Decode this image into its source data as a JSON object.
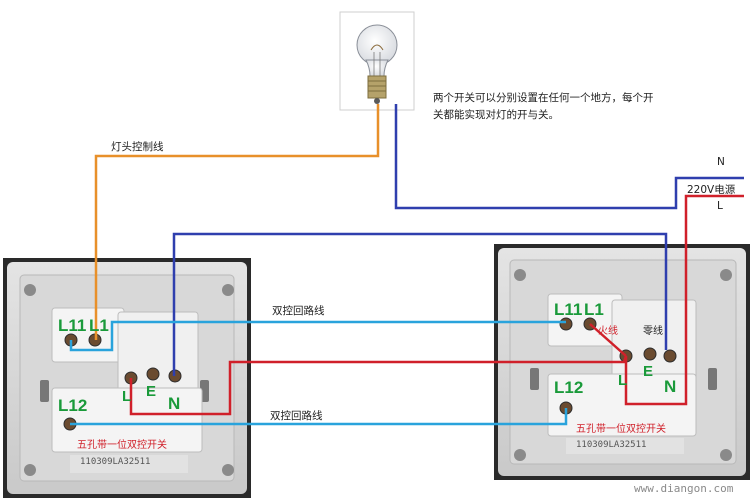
{
  "description": {
    "line1": "两个开关可以分别设置在任何一个地方，每个开",
    "line2": "关都能实现对灯的开与关。"
  },
  "labels": {
    "lamp_control_line": "灯头控制线",
    "loop_line_top": "双控回路线",
    "loop_line_bottom": "双控回路线",
    "neutral": "N",
    "supply": "220V电源",
    "live": "L",
    "live_wire": "火线",
    "neutral_wire": "零线"
  },
  "left_switch": {
    "l11": "L11",
    "l1": "L1",
    "l12": "L12",
    "socket_l": "L",
    "socket_e": "E",
    "socket_n": "N",
    "product_label": "五孔带一位双控开关",
    "model": "110309LA32511"
  },
  "right_switch": {
    "l11": "L11",
    "l1": "L1",
    "l12": "L12",
    "socket_l": "L",
    "socket_e": "E",
    "socket_n": "N",
    "product_label": "五孔带一位双控开关",
    "model": "110309LA32511"
  },
  "watermark": "www.diangon.com",
  "colors": {
    "lamp_wire": "#e8902a",
    "neutral_wire": "#2f3fae",
    "loop_wire_blue": "#29a3dc",
    "live_wire": "#d0202a",
    "terminal_text": "#1a9a3a"
  }
}
